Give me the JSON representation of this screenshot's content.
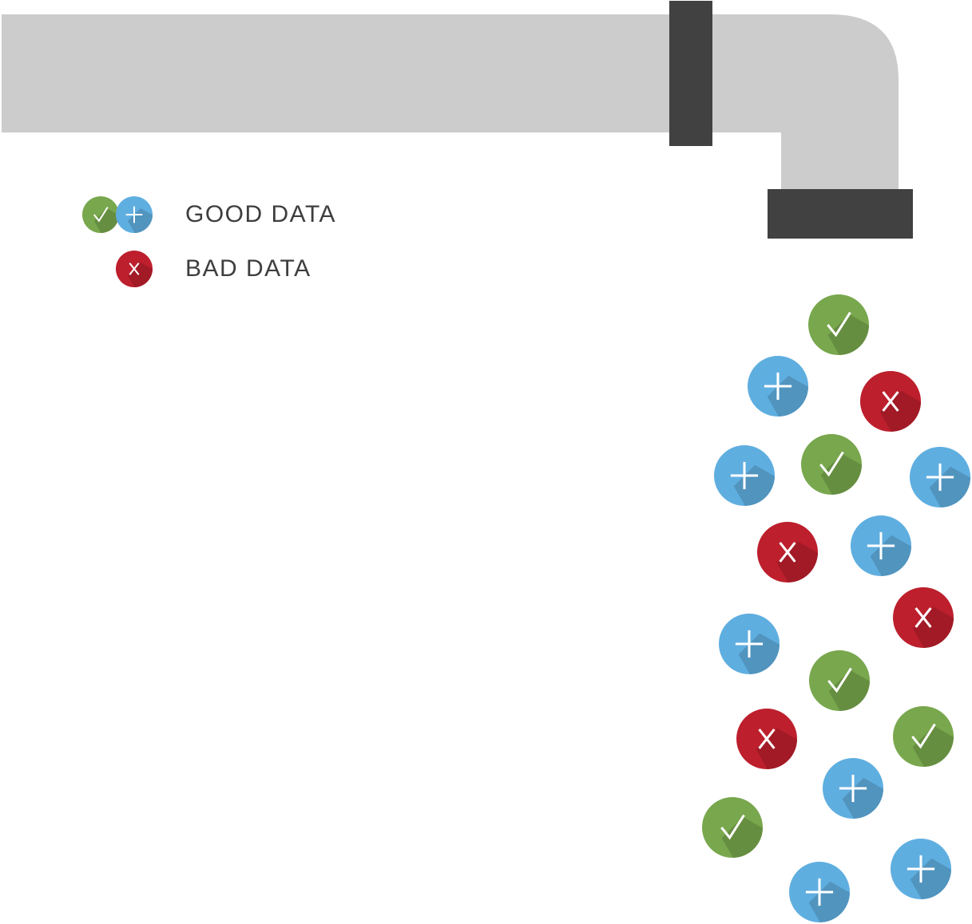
{
  "colors": {
    "pipe": "#cccccc",
    "clamp": "#414141",
    "good_check": "#78a74d",
    "good_plus": "#5faee0",
    "bad": "#bd1f2d",
    "mark": "#ffffff",
    "text": "#3e3e3e"
  },
  "legend": {
    "good_label": "GOOD DATA",
    "bad_label": "BAD DATA"
  },
  "icons": {
    "check": "check-icon",
    "plus": "plus-icon",
    "cross": "x-icon"
  },
  "drops": [
    {
      "kind": "check"
    },
    {
      "kind": "plus"
    },
    {
      "kind": "bad"
    },
    {
      "kind": "plus"
    },
    {
      "kind": "check"
    },
    {
      "kind": "plus"
    },
    {
      "kind": "bad"
    },
    {
      "kind": "plus"
    },
    {
      "kind": "bad"
    },
    {
      "kind": "plus"
    },
    {
      "kind": "check"
    },
    {
      "kind": "bad"
    },
    {
      "kind": "check"
    },
    {
      "kind": "plus"
    },
    {
      "kind": "check"
    },
    {
      "kind": "plus"
    },
    {
      "kind": "plus"
    }
  ]
}
